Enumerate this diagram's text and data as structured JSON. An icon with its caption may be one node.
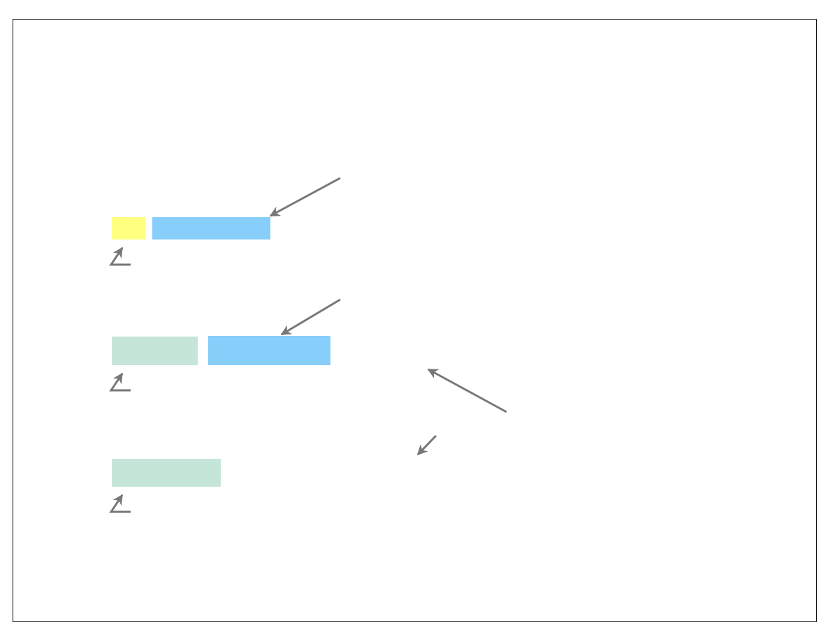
{
  "diagram": {
    "nodes": [
      {
        "text": [],
        "shape": "bar"
      },
      {
        "text": [],
        "shape": "bar"
      },
      {
        "text": [],
        "shape": "bar"
      },
      {
        "text": [],
        "shape": "bar"
      },
      {
        "text": [],
        "shape": "bar"
      }
    ],
    "edges": [
      {
        "from": null,
        "to": 1,
        "arrow": "to"
      },
      {
        "from": null,
        "to": 3,
        "arrow": "to"
      }
    ]
  }
}
